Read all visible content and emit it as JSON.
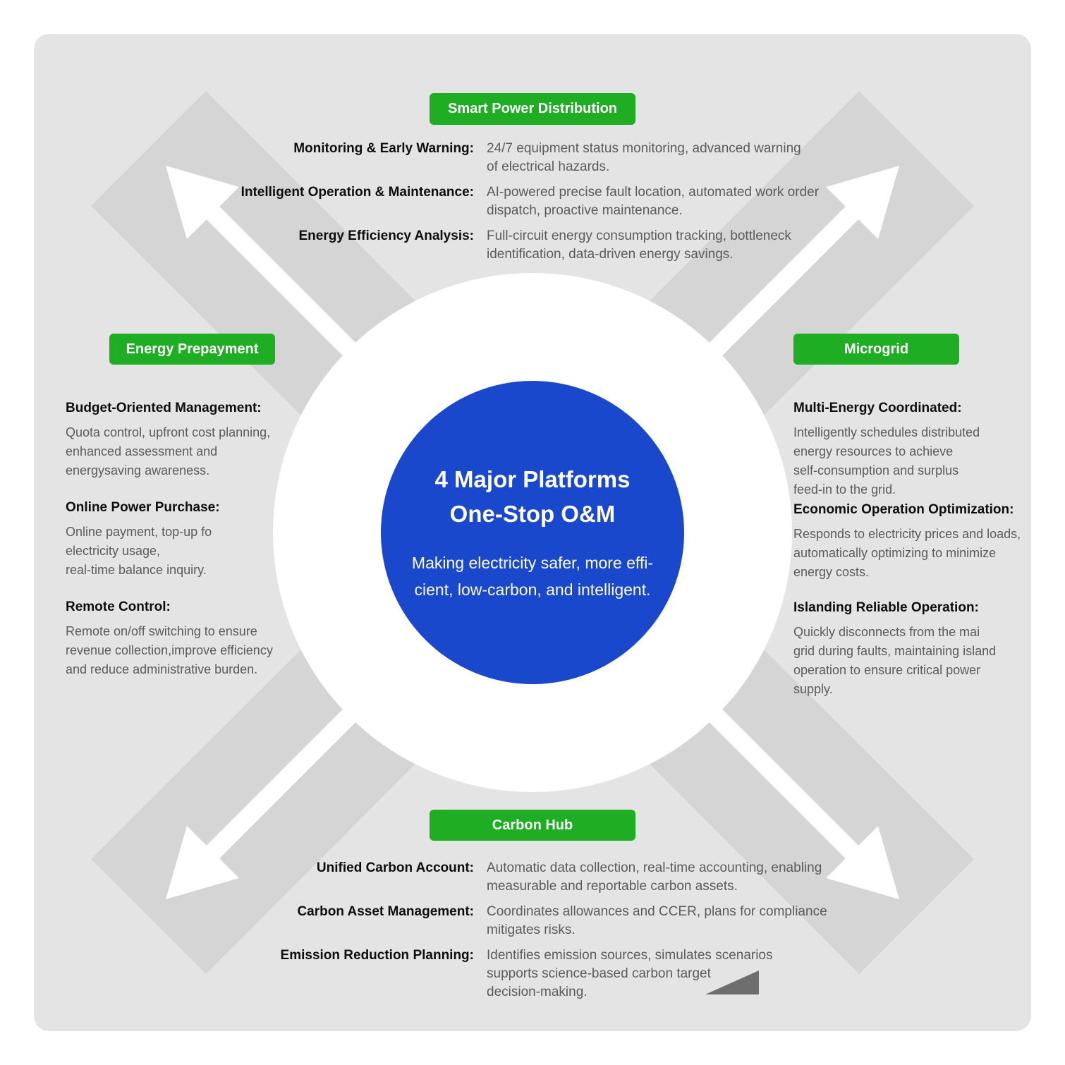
{
  "colors": {
    "green": "#1fad24",
    "blue": "#1948cd",
    "bg": "#e4e4e4",
    "band": "#d5d5d5"
  },
  "center": {
    "title": "4 Major Platforms\nOne-Stop O&M",
    "subtitle": "Making electricity safer, more effi-\ncient, low-carbon, and intelligent."
  },
  "top": {
    "badge": "Smart Power Distribution",
    "items": [
      {
        "label": "Monitoring & Early Warning:",
        "desc": "24/7 equipment status monitoring, advanced warning\nof electrical hazards."
      },
      {
        "label": "Intelligent Operation & Maintenance:",
        "desc": "AI-powered precise fault location, automated work order\ndispatch, proactive maintenance."
      },
      {
        "label": "Energy Efficiency Analysis:",
        "desc": "Full-circuit energy consumption tracking, bottleneck\nidentification, data-driven energy savings."
      }
    ]
  },
  "left": {
    "badge": "Energy Prepayment",
    "items": [
      {
        "label": "Budget-Oriented Management:",
        "desc": "Quota control, upfront cost planning,\nenhanced assessment and\nenergysaving awareness."
      },
      {
        "label": "Online Power Purchase:",
        "desc": "Online payment, top-up fo\nelectricity usage,\nreal-time balance inquiry."
      },
      {
        "label": "Remote Control:",
        "desc": "Remote on/off switching to ensure\nrevenue collection,improve efficiency\nand reduce administrative burden."
      }
    ]
  },
  "right": {
    "badge": "Microgrid",
    "items": [
      {
        "label": "Multi-Energy Coordinated:",
        "desc": "Intelligently schedules distributed\nenergy resources to achieve\nself-consumption and surplus\nfeed-in to the grid."
      },
      {
        "label": "Economic Operation Optimization:",
        "desc": "Responds to electricity prices and loads,\n automatically optimizing to minimize\nenergy costs."
      },
      {
        "label": "Islanding Reliable Operation:",
        "desc": "Quickly disconnects from the mai\ngrid during faults, maintaining island\noperation to ensure critical power\nsupply."
      }
    ]
  },
  "bottom": {
    "badge": "Carbon Hub",
    "items": [
      {
        "label": "Unified Carbon Account:",
        "desc": "Automatic data collection, real-time accounting, enabling\nmeasurable and reportable carbon assets."
      },
      {
        "label": "Carbon Asset Management:",
        "desc": "Coordinates allowances and CCER, plans for compliance\nmitigates risks."
      },
      {
        "label": "Emission Reduction Planning:",
        "desc": "Identifies emission sources, simulates scenarios\nsupports science-based carbon target\ndecision-making."
      }
    ]
  }
}
